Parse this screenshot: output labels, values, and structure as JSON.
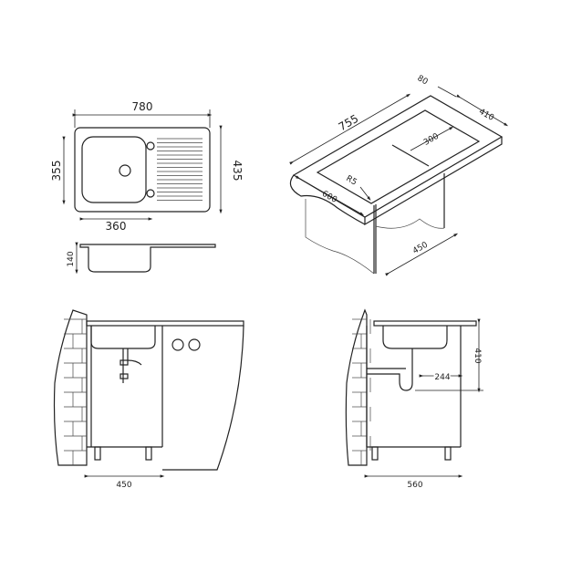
{
  "plan_view": {
    "width": "780",
    "bowl_depth": "355",
    "depth": "435",
    "bowl_width": "360"
  },
  "profile_view": {
    "bowl_height": "140"
  },
  "isometric_view": {
    "length": "755",
    "back_margin": "80",
    "depth": "410",
    "drainer": "300",
    "radius": "R5",
    "cabinet_depth": "600",
    "cabinet_width": "450"
  },
  "front_elevation": {
    "cabinet_width": "450"
  },
  "side_elevation": {
    "height": "410",
    "trap_offset": "244",
    "cabinet_depth": "560"
  },
  "colors": {
    "line": "#222222",
    "background": "#ffffff"
  }
}
